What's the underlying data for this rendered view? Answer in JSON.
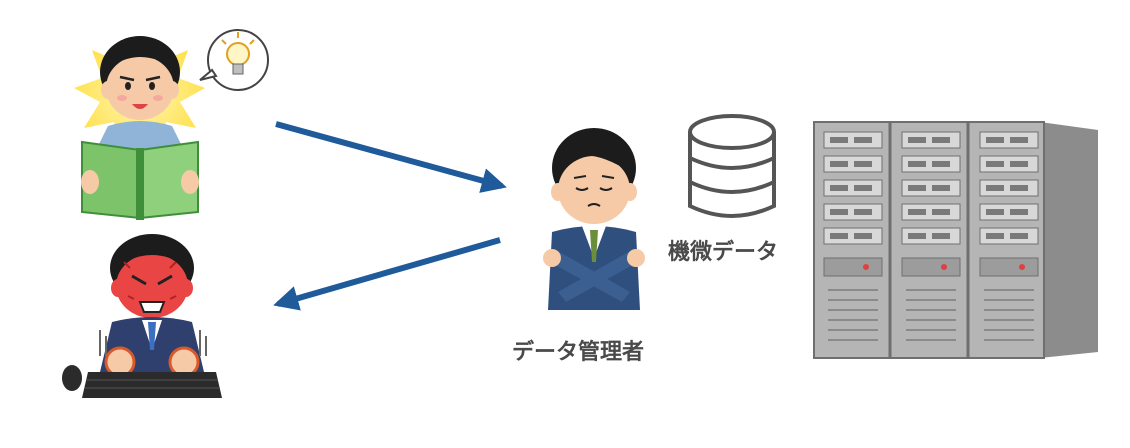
{
  "labels": {
    "data_admin": "データ管理者",
    "sensitive_data": "機微データ"
  },
  "nodes": [
    {
      "id": "researcher",
      "icon": "person-reading-idea-icon"
    },
    {
      "id": "frustrated-user",
      "icon": "angry-person-keyboard-icon"
    },
    {
      "id": "data-admin",
      "icon": "person-crossed-arms-icon"
    },
    {
      "id": "database",
      "icon": "database-cylinder-icon"
    },
    {
      "id": "servers",
      "icon": "server-rack-icon"
    }
  ],
  "edges": [
    {
      "from": "researcher",
      "to": "data-admin",
      "direction": "request"
    },
    {
      "from": "data-admin",
      "to": "frustrated-user",
      "direction": "refusal"
    }
  ],
  "colors": {
    "arrow": "#1f5a9a",
    "label_text": "#4a4a4a",
    "server_body": "#b5b5b5",
    "server_dark": "#6f6f6f",
    "database_fill": "#ffffff",
    "database_stroke": "#555555"
  }
}
